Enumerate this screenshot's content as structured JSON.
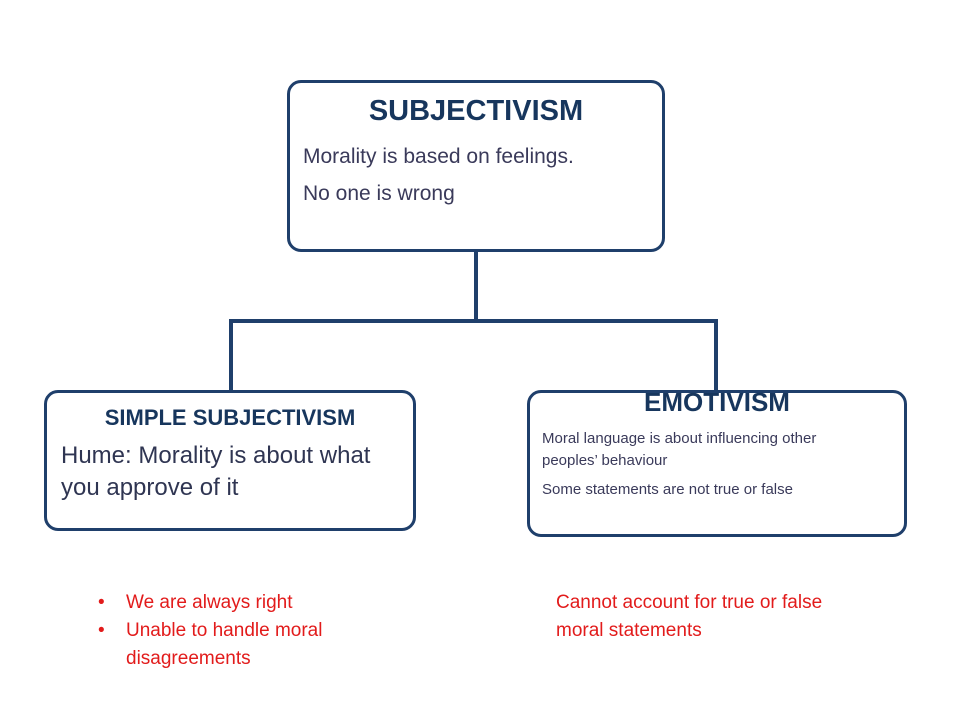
{
  "root": {
    "title": "SUBJECTIVISM",
    "lines": [
      "Morality is based on feelings.",
      "No one is wrong"
    ]
  },
  "left": {
    "title": "SIMPLE SUBJECTIVISM",
    "text": "Hume: Morality is about what you approve of it"
  },
  "right": {
    "title": "EMOTIVISM",
    "lines": [
      "Moral language is about influencing other peoples’ behaviour",
      "Some statements are not true or false"
    ]
  },
  "left_notes": [
    "We are always right",
    "Unable to handle moral disagreements"
  ],
  "right_notes": "Cannot account for true or false moral statements",
  "colors": {
    "border": "#1f3f6b",
    "title": "#17365d",
    "note": "#e21b1b"
  }
}
